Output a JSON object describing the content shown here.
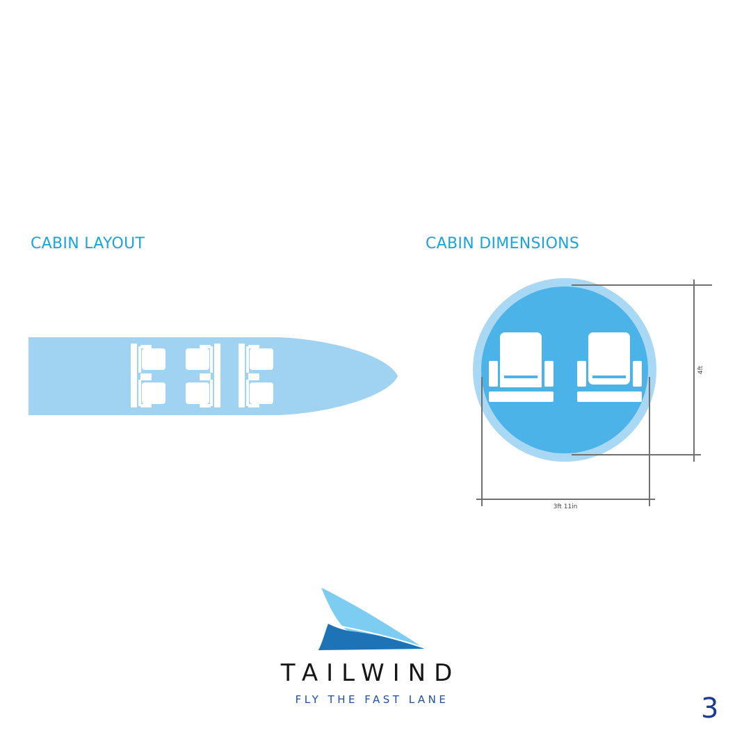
{
  "cabin_layout": {
    "title": "CABIN LAYOUT"
  },
  "cabin_dimensions": {
    "title": "CABIN DIMENSIONS",
    "height_label": "4ft",
    "width_label": "3ft 11in"
  },
  "brand": {
    "name": "TAILWIND",
    "tagline": "FLY THE FAST LANE"
  },
  "page_number": "3",
  "colors": {
    "accent": "#1aa3df",
    "fuselage": "#9fd3f1",
    "circle_outer": "#a9d8f4",
    "circle_inner": "#4cb3e8",
    "dimension_line": "#6f6f6f",
    "brand_dark": "#161616",
    "brand_blue": "#1e4fa0"
  }
}
